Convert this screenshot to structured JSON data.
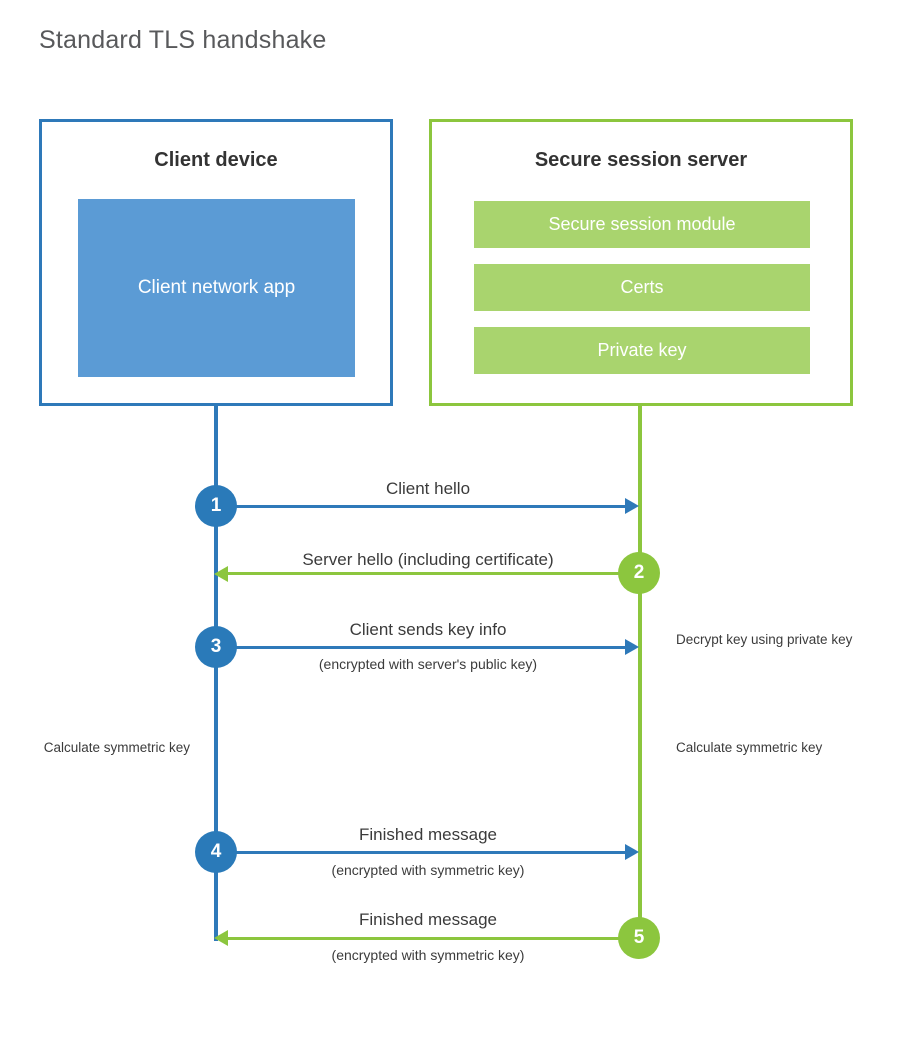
{
  "title": "Standard TLS handshake",
  "parties": {
    "client": {
      "title": "Client device",
      "app_label": "Client network app"
    },
    "server": {
      "title": "Secure session server",
      "components": [
        "Secure session module",
        "Certs",
        "Private key"
      ]
    }
  },
  "steps": [
    {
      "number": "1",
      "label": "Client hello",
      "sublabel": "",
      "direction": "client-to-server",
      "color": "#2e79b9"
    },
    {
      "number": "2",
      "label": "Server hello (including certificate)",
      "sublabel": "",
      "direction": "server-to-client",
      "color": "#8cc63e"
    },
    {
      "number": "3",
      "label": "Client sends key info",
      "sublabel": "(encrypted with server's public key)",
      "direction": "client-to-server",
      "color": "#2e79b9"
    },
    {
      "number": "4",
      "label": "Finished message",
      "sublabel": "(encrypted with symmetric key)",
      "direction": "client-to-server",
      "color": "#2e79b9"
    },
    {
      "number": "5",
      "label": "Finished message",
      "sublabel": "(encrypted with symmetric key)",
      "direction": "server-to-client",
      "color": "#8cc63e"
    }
  ],
  "annotations": {
    "server_decrypt": "Decrypt key using private key",
    "client_calculate": "Calculate symmetric key",
    "server_calculate": "Calculate symmetric key"
  },
  "colors": {
    "client_accent": "#2e79b9",
    "client_fill": "#5b9bd5",
    "server_accent": "#8cc63e",
    "server_fill": "#a9d46e",
    "title_text": "#58595b",
    "body_text": "#3b3b3b",
    "background": "#ffffff"
  }
}
